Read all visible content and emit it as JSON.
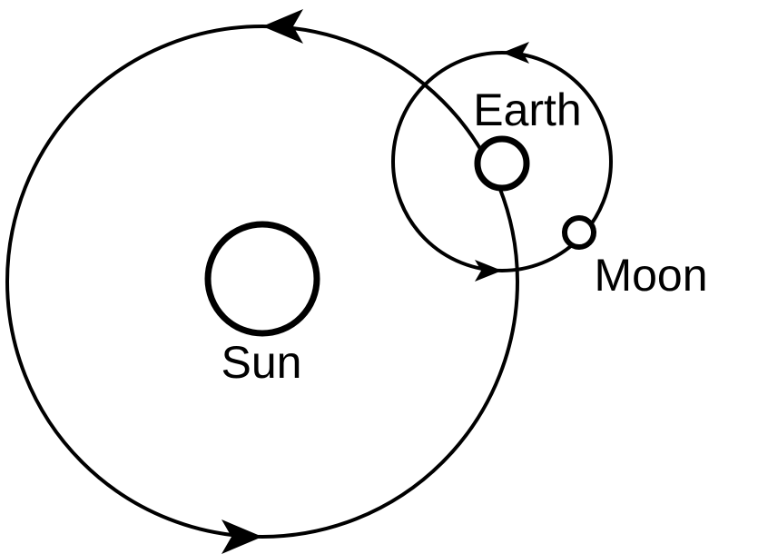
{
  "labels": {
    "sun": "Sun",
    "earth": "Earth",
    "moon": "Moon"
  },
  "colors": {
    "stroke": "#000000",
    "background": "#ffffff"
  }
}
